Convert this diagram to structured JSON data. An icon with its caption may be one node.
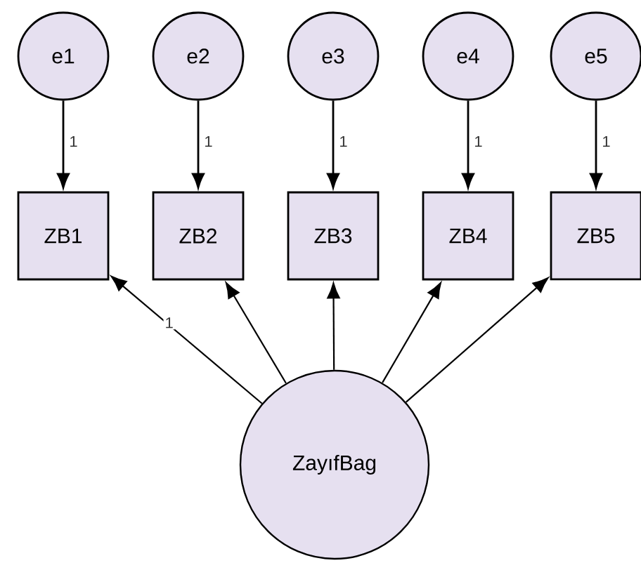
{
  "diagram": {
    "nodes": [
      {
        "text": [
          "e1"
        ]
      },
      {
        "text": [
          "e2"
        ]
      },
      {
        "text": [
          "e3"
        ]
      },
      {
        "text": [
          "e4"
        ]
      },
      {
        "text": [
          "e5"
        ]
      },
      {
        "text": [
          "ZB1"
        ]
      },
      {
        "text": [
          "ZB2"
        ]
      },
      {
        "text": [
          "ZB3"
        ]
      },
      {
        "text": [
          "ZB4"
        ]
      },
      {
        "text": [
          "ZB5"
        ]
      },
      {
        "text": [
          "ZayıfBag"
        ]
      }
    ],
    "edges": [
      {
        "from": 0,
        "to": 5,
        "arrow": "to",
        "label": "1"
      },
      {
        "from": 1,
        "to": 6,
        "arrow": "to",
        "label": "1"
      },
      {
        "from": 2,
        "to": 7,
        "arrow": "to",
        "label": "1"
      },
      {
        "from": 3,
        "to": 8,
        "arrow": "to",
        "label": "1"
      },
      {
        "from": 4,
        "to": 9,
        "arrow": "to",
        "label": "1"
      },
      {
        "from": 10,
        "to": 5,
        "arrow": "to",
        "label": "1"
      },
      {
        "from": 10,
        "to": 6,
        "arrow": "to"
      },
      {
        "from": 10,
        "to": 7,
        "arrow": "to"
      },
      {
        "from": 10,
        "to": 8,
        "arrow": "to"
      },
      {
        "from": 10,
        "to": 9,
        "arrow": "to"
      }
    ]
  }
}
